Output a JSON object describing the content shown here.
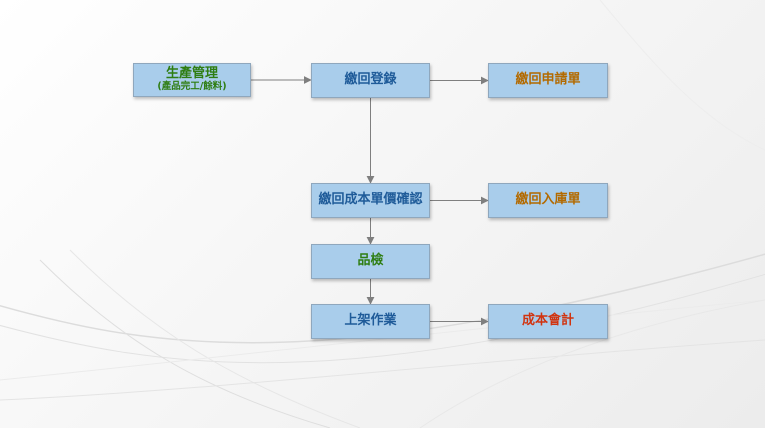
{
  "nodes": {
    "production": {
      "title": "生產管理",
      "subtitle": "(產品完工/餘料)",
      "color": "#2e7d12"
    },
    "return_registration": {
      "title": "繳回登錄",
      "color": "#1f5b99"
    },
    "return_application": {
      "title": "繳回申請單",
      "color": "#b36a00"
    },
    "cost_confirmation": {
      "title": "繳回成本單價確認",
      "color": "#1f5b99"
    },
    "return_warehouse": {
      "title": "繳回入庫單",
      "color": "#b36a00"
    },
    "inspection": {
      "title": "品檢",
      "color": "#2e7d12"
    },
    "shelving": {
      "title": "上架作業",
      "color": "#1f5b99"
    },
    "cost_accounting": {
      "title": "成本會計",
      "color": "#d1330f"
    }
  },
  "edges": [
    {
      "from": "production",
      "to": "return_registration"
    },
    {
      "from": "return_registration",
      "to": "return_application"
    },
    {
      "from": "return_registration",
      "to": "cost_confirmation"
    },
    {
      "from": "cost_confirmation",
      "to": "return_warehouse"
    },
    {
      "from": "cost_confirmation",
      "to": "inspection"
    },
    {
      "from": "inspection",
      "to": "shelving"
    },
    {
      "from": "shelving",
      "to": "cost_accounting"
    }
  ]
}
